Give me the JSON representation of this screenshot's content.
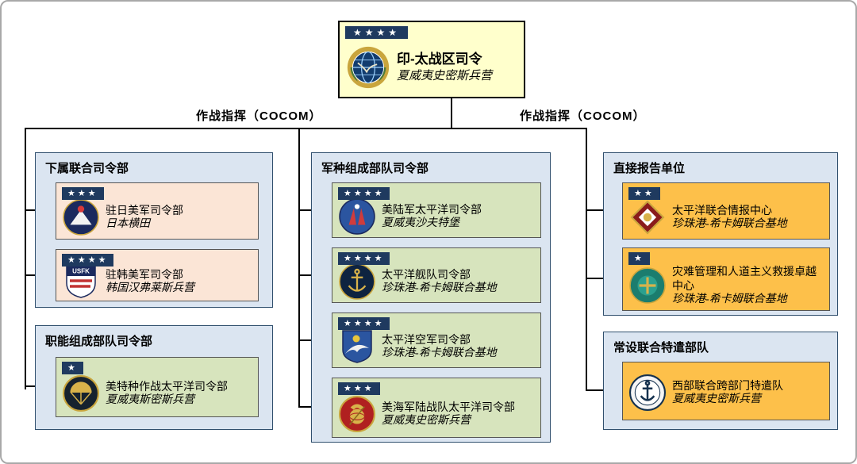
{
  "root": {
    "stars": "★★★★",
    "title": "印-太战区司令",
    "location": "夏威夷史密斯兵营"
  },
  "connectors": {
    "cocom_left": "作战指挥（COCOM）",
    "cocom_right": "作战指挥（COCOM）"
  },
  "groups": [
    {
      "title": "下属联合司令部",
      "units": [
        {
          "stars": "★★★",
          "name": "驻日美军司令部",
          "location": "日本横田",
          "emblem": "usfj-emblem"
        },
        {
          "stars": "★★★★",
          "name": "驻韩美军司令部",
          "location": "韩国汉弗莱斯兵营",
          "emblem": "usfk-emblem"
        }
      ]
    },
    {
      "title": "职能组成部队司令部",
      "units": [
        {
          "stars": "★",
          "name": "美特种作战太平洋司令部",
          "location": "夏威夷斯密斯兵营",
          "emblem": "socpac-emblem"
        }
      ]
    },
    {
      "title": "军种组成部队司令部",
      "units": [
        {
          "stars": "★★★★",
          "name": "美陆军太平洋司令部",
          "location": "夏威夷沙夫特堡",
          "emblem": "usarpac-emblem"
        },
        {
          "stars": "★★★★",
          "name": "太平洋舰队司令部",
          "location": "珍珠港-希卡姆联合基地",
          "emblem": "pacflt-emblem"
        },
        {
          "stars": "★★★★",
          "name": "太平洋空军司令部",
          "location": "珍珠港-希卡姆联合基地",
          "emblem": "pacaf-emblem"
        },
        {
          "stars": "★★★",
          "name": "美海军陆战队太平洋司令部",
          "location": "夏威夷史密斯兵营",
          "emblem": "marforpac-emblem"
        }
      ]
    },
    {
      "title": "直接报告单位",
      "units": [
        {
          "stars": "★★",
          "name": "太平洋联合情报中心",
          "location": "珍珠港-希卡姆联合基地",
          "emblem": "jioc-emblem"
        },
        {
          "stars": "★",
          "name": "灾难管理和人道主义救援卓越中心",
          "location": "珍珠港-希卡姆联合基地",
          "emblem": "cfedm-emblem"
        }
      ]
    },
    {
      "title": "常设联合特遣部队",
      "units": [
        {
          "stars": "",
          "name": "西部联合跨部门特遣队",
          "location": "夏威夷史密斯兵营",
          "emblem": "jiatfw-emblem"
        }
      ]
    }
  ],
  "colors": {
    "container_bg": "#dbe5f1",
    "subordinate_unit_bg": "#fbe5d6",
    "service_unit_bg": "#d7e4bd",
    "reporting_unit_bg": "#fdc04a",
    "star_banner_bg": "#1f3a5f",
    "root_bg": "#ffffcc"
  }
}
